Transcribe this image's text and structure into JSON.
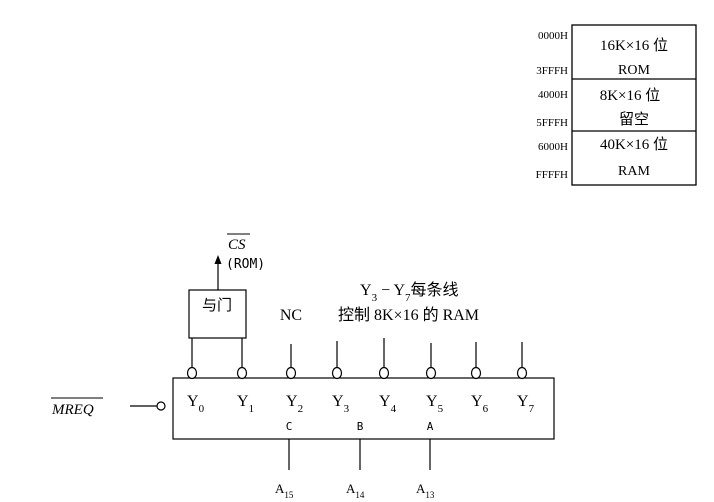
{
  "memory_map": {
    "rows": [
      {
        "addr_start": "0000H",
        "addr_end": "3FFFH",
        "size": "16K×16 位",
        "kind": "ROM"
      },
      {
        "addr_start": "4000H",
        "addr_end": "5FFFH",
        "size": "8K×16 位",
        "kind": "留空"
      },
      {
        "addr_start": "6000H",
        "addr_end": "FFFFH",
        "size": "40K×16 位",
        "kind": "RAM"
      }
    ]
  },
  "decoder": {
    "outputs": [
      "Y0",
      "Y1",
      "Y2",
      "Y3",
      "Y4",
      "Y5",
      "Y6",
      "Y7"
    ],
    "output_base": "Y",
    "output_subs": [
      "0",
      "1",
      "2",
      "3",
      "4",
      "5",
      "6",
      "7"
    ],
    "select_letters": [
      "C",
      "B",
      "A"
    ],
    "enable_label": "MREQ",
    "address_inputs": {
      "base": "A",
      "subs": [
        "15",
        "14",
        "13"
      ]
    }
  },
  "and_gate": {
    "label": "与门"
  },
  "cs_output": {
    "signal": "CS",
    "note": "(ROM)"
  },
  "nc_label": "NC",
  "ram_note": {
    "line1_base": "Y",
    "line1_sub_a": "3",
    "line1_dash": " − Y",
    "line1_sub_b": "7",
    "line1_tail": "每条线",
    "line2": "控制 8K×16 的 RAM"
  }
}
